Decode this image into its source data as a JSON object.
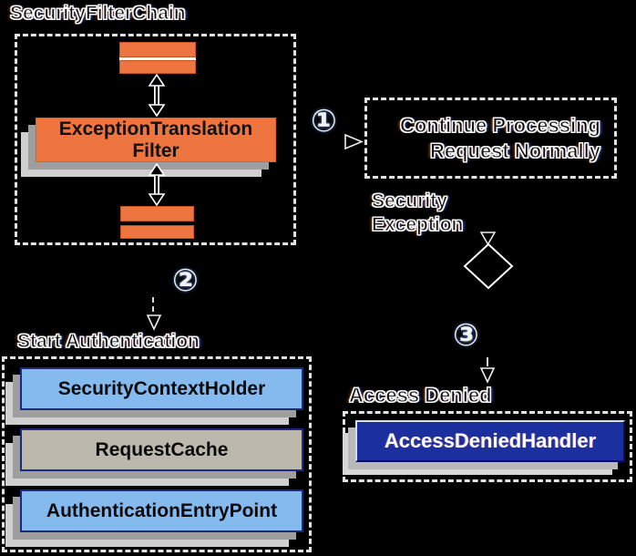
{
  "canvas": {
    "bg": "#000000"
  },
  "colors": {
    "orange": "#ee7540",
    "light_blue": "#85baef",
    "cache_gray": "#bdb8ad",
    "handler_blue": "#1b2f9e",
    "shadow_near": "#9e9e9e",
    "shadow_far": "#cfcfcf",
    "border_navy": "#1b2a7e",
    "dash_white": "#e2e2e2"
  },
  "filter_chain": {
    "title": "SecurityFilterChain",
    "filter_line1": "ExceptionTranslation",
    "filter_line2": "Filter"
  },
  "steps": {
    "one": "①",
    "two": "②",
    "three": "③"
  },
  "continue_branch": {
    "line1": "Continue Processing",
    "line2": "Request Normally"
  },
  "exception_label": {
    "line1": "Security",
    "line2": "Exception"
  },
  "start_auth": {
    "title": "Start Authentication",
    "boxes": [
      {
        "label": "SecurityContextHolder"
      },
      {
        "label": "RequestCache"
      },
      {
        "label": "AuthenticationEntryPoint"
      }
    ]
  },
  "access_denied": {
    "title": "Access Denied",
    "handler": "AccessDeniedHandler"
  }
}
